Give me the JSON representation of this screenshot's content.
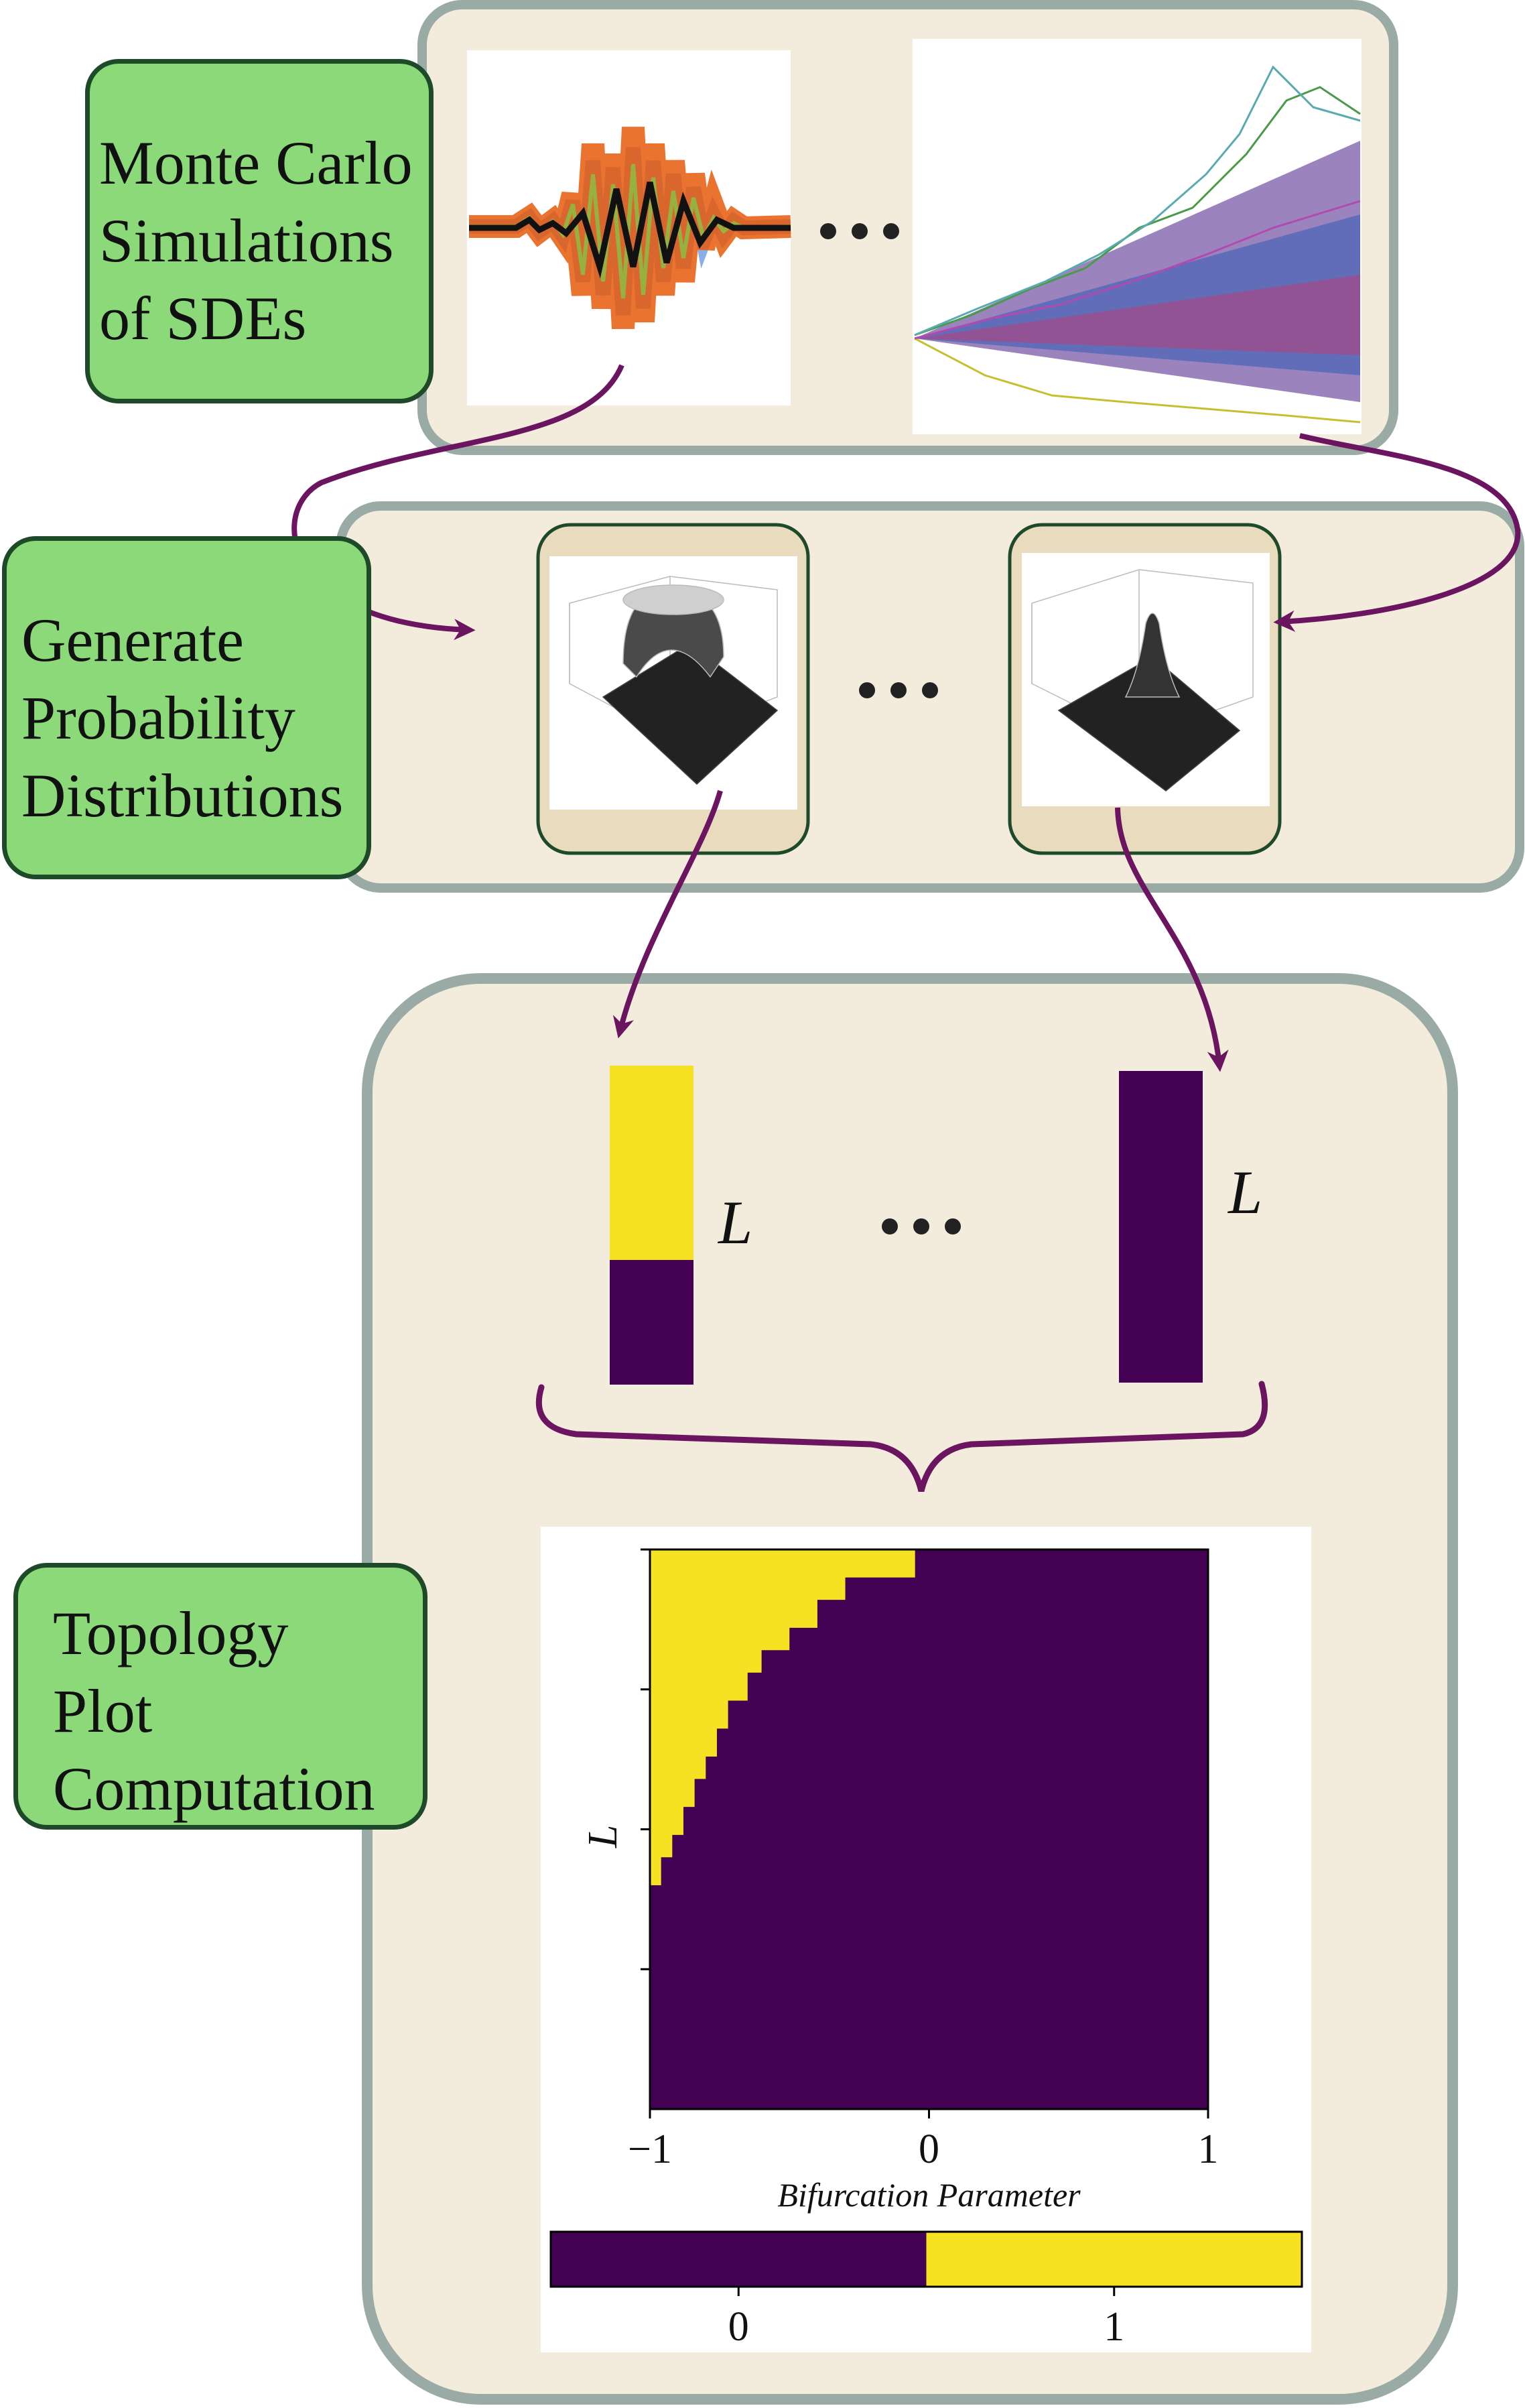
{
  "stages": {
    "monte_carlo": {
      "lines": [
        "Monte Carlo",
        "Simulations",
        "of SDEs"
      ]
    },
    "probability": {
      "lines": [
        "Generate",
        "Probability",
        "Distributions"
      ]
    },
    "topology": {
      "lines": [
        "Topology",
        "Plot",
        "Computation"
      ]
    }
  },
  "symbols": {
    "L_left": "L",
    "L_right": "L"
  },
  "colors": {
    "panel_fill": "#f3ecdd",
    "panel_border": "#9aaba6",
    "label_fill": "#8cd97a",
    "label_border": "#1e4a2a",
    "arrow": "#6b1560",
    "viridis_low": "#440154",
    "viridis_high": "#f6e223",
    "card_fill": "#e9dbbd",
    "card_border": "#1e4a2a"
  },
  "left_bar": {
    "values": [
      1,
      0
    ],
    "value_labels_printed": false
  },
  "right_bar": {
    "values": [
      0
    ]
  },
  "chart_data": {
    "type": "heatmap",
    "title": "",
    "xlabel": "Bifurcation Parameter",
    "ylabel": "L",
    "xlim": [
      -1,
      1
    ],
    "x_ticks": [
      "−1",
      "0",
      "1"
    ],
    "y_tick_count": 5,
    "y_tick_labels_printed": false,
    "value_low": 0,
    "value_high": 1,
    "boundary_x": [
      -1.0,
      -0.96,
      -0.92,
      -0.88,
      -0.84,
      -0.8,
      -0.76,
      -0.72,
      -0.65,
      -0.6,
      -0.5,
      -0.4,
      -0.3,
      -0.05
    ],
    "boundary_L": [
      0.4,
      0.45,
      0.49,
      0.54,
      0.59,
      0.63,
      0.68,
      0.73,
      0.78,
      0.82,
      0.86,
      0.91,
      0.95,
      1.0
    ],
    "colorbar": {
      "ticks": [
        "0",
        "1"
      ],
      "colors": [
        "#440154",
        "#f6e223"
      ]
    }
  }
}
